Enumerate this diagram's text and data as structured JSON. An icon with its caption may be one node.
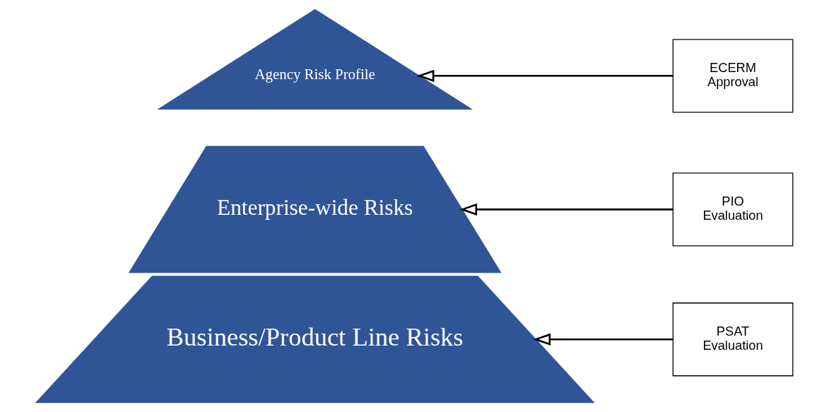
{
  "diagram": {
    "nodes": [
      {
        "text": [
          "Agency Risk Profile"
        ]
      },
      {
        "text": [
          "Enterprise-wide Risks"
        ]
      },
      {
        "text": [
          "Business/Product Line Risks"
        ]
      },
      {
        "text": [
          "ECERM",
          "Approval"
        ]
      },
      {
        "text": [
          "PIO",
          "Evaluation"
        ]
      },
      {
        "text": [
          "PSAT",
          "Evaluation"
        ]
      }
    ],
    "edges": [
      {
        "from": 3,
        "to": 0,
        "arrow": "to"
      },
      {
        "from": 4,
        "to": 1,
        "arrow": "to"
      },
      {
        "from": 5,
        "to": 2,
        "arrow": "to"
      }
    ]
  }
}
